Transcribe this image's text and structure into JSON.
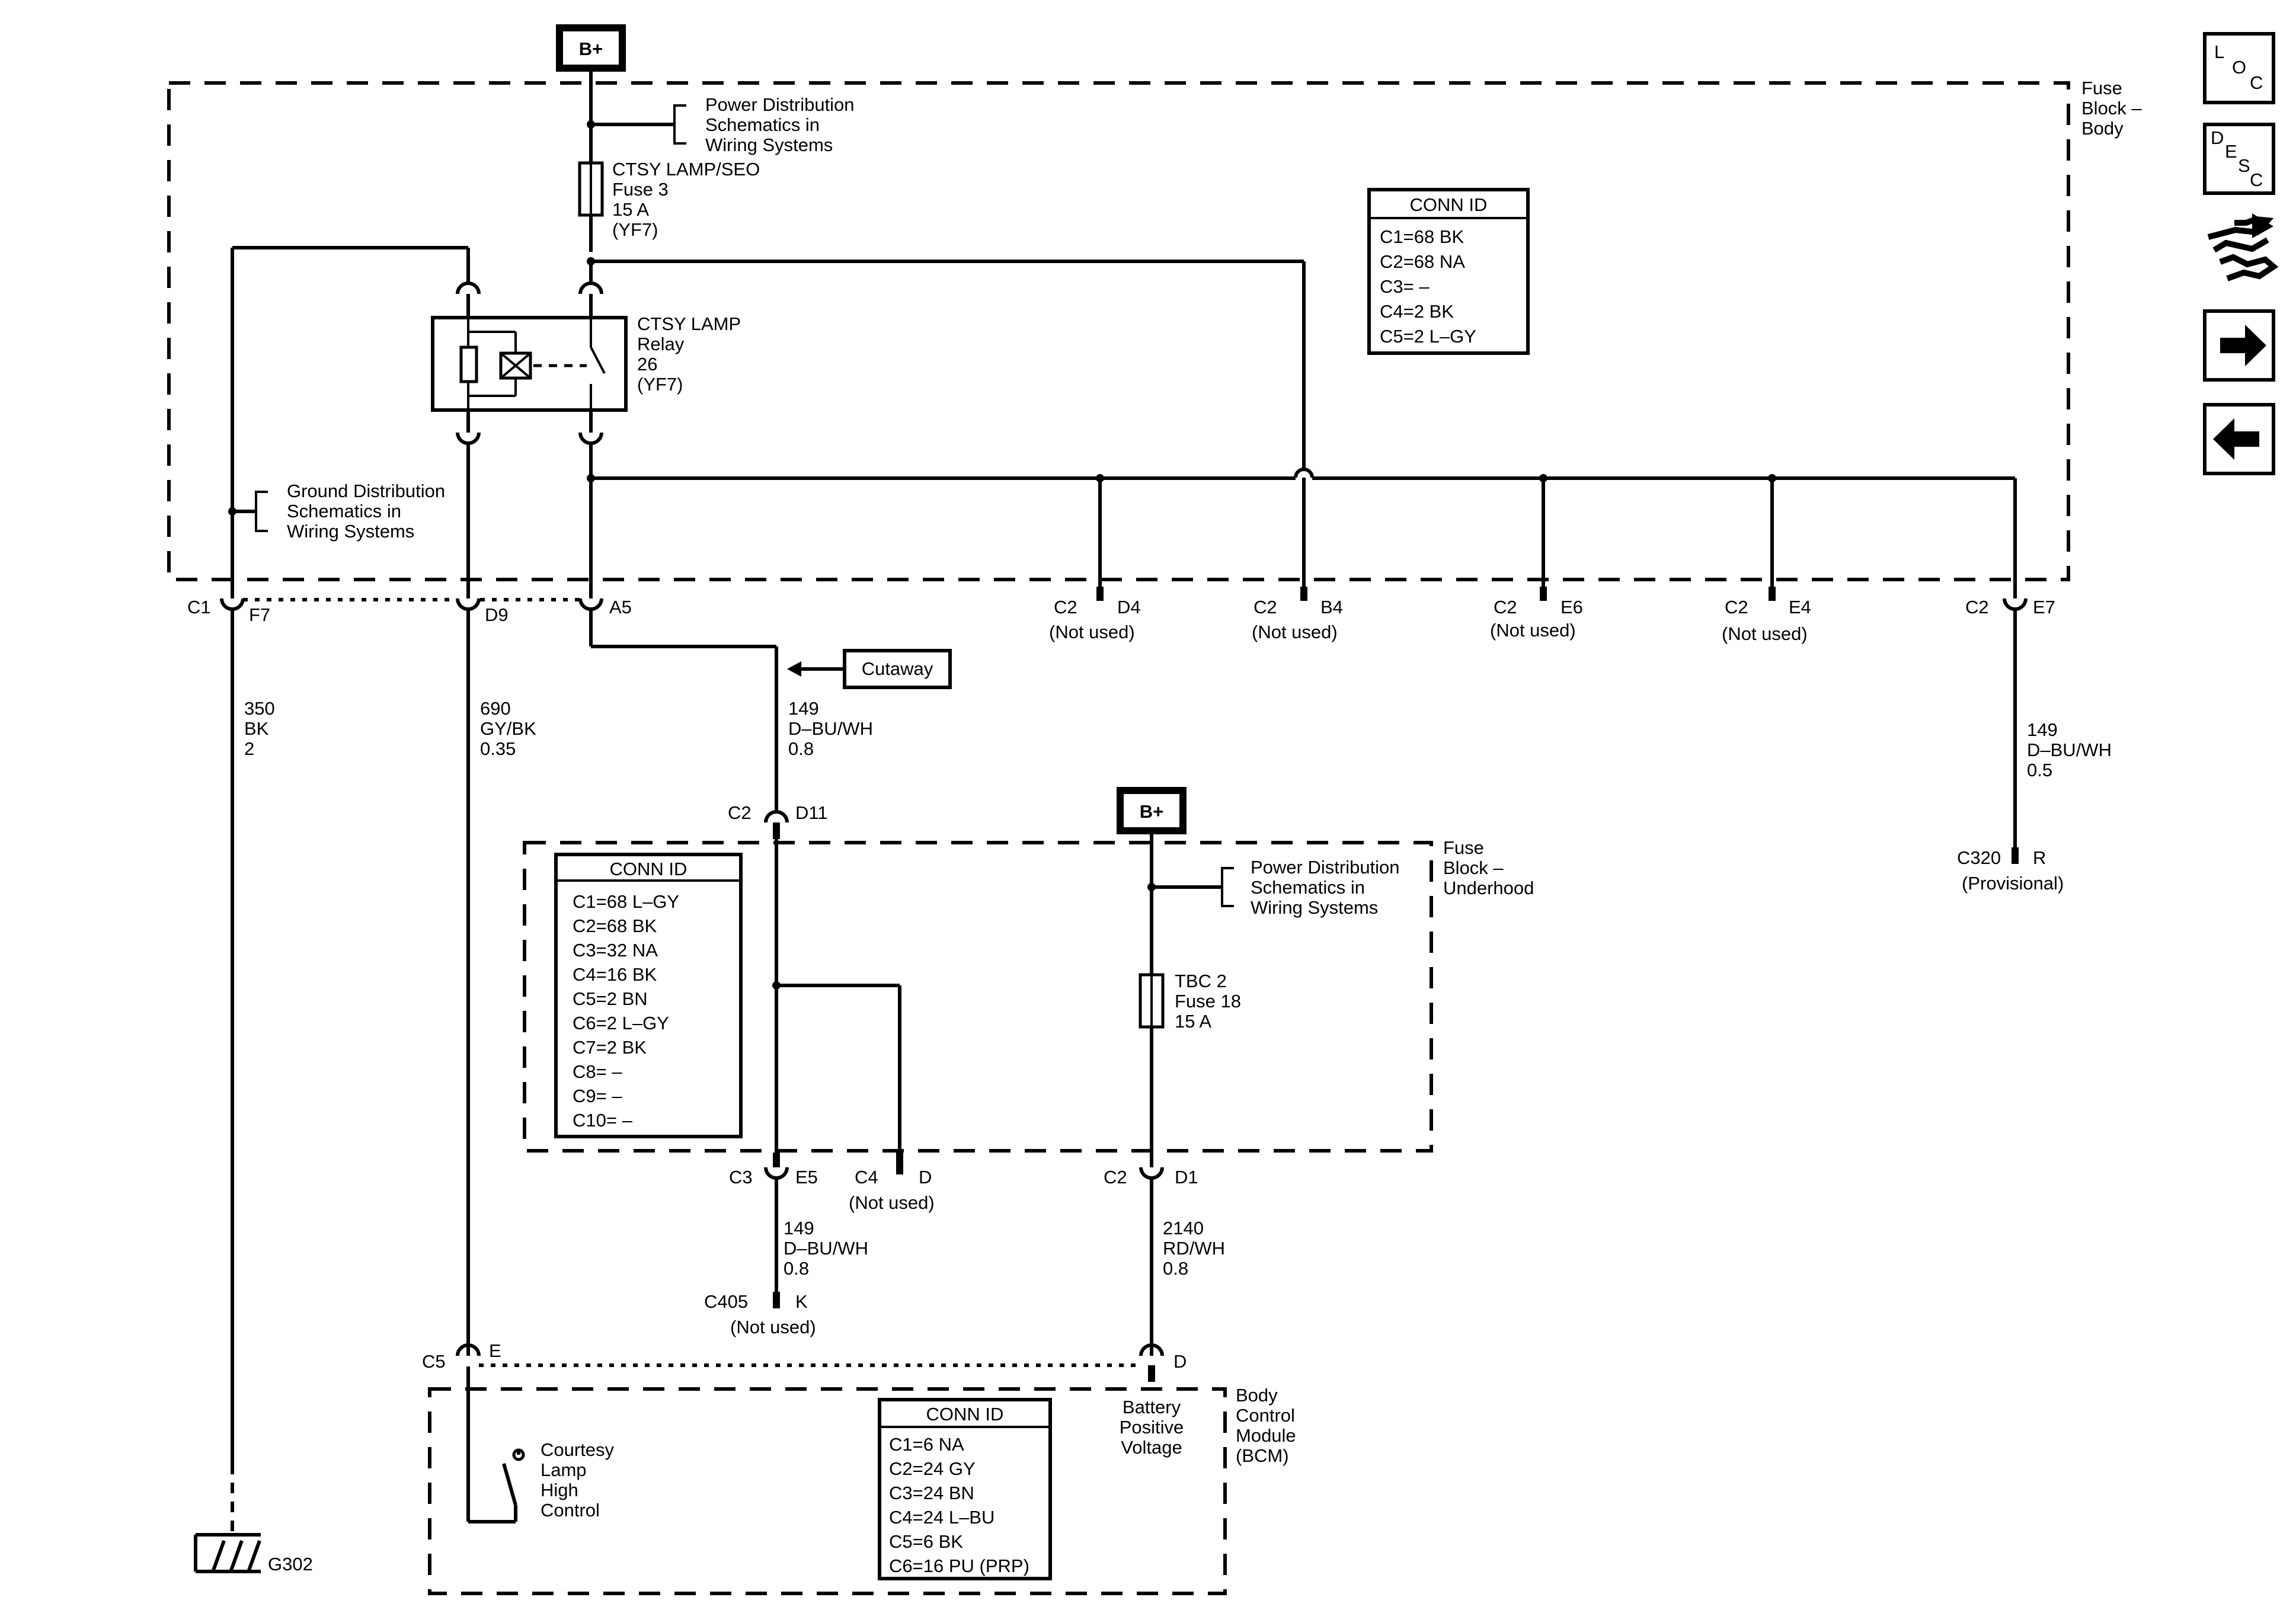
{
  "battery": {
    "top": "B+",
    "underhood": "B+"
  },
  "fuse_block_body": {
    "label": [
      "Fuse",
      "Block –",
      "Body"
    ],
    "power_dist": [
      "Power Distribution",
      "Schematics in",
      "Wiring Systems"
    ],
    "ground_dist": [
      "Ground Distribution",
      "Schematics in",
      "Wiring Systems"
    ],
    "fuse": [
      "CTSY LAMP/SEO",
      "Fuse 3",
      "15 A",
      "(YF7)"
    ],
    "relay": [
      "CTSY LAMP",
      "Relay",
      "26",
      "(YF7)"
    ],
    "conn_id": {
      "title": "CONN ID",
      "rows": [
        "C1=68 BK",
        "C2=68 NA",
        "C3= –",
        "C4=2 BK",
        "C5=2 L–GY"
      ]
    },
    "connectors": [
      {
        "conn": "C1",
        "pin": "F7"
      },
      {
        "conn": "",
        "pin": "D9"
      },
      {
        "conn": "",
        "pin": "A5"
      },
      {
        "conn": "C2",
        "pin": "D4",
        "note": "(Not used)"
      },
      {
        "conn": "C2",
        "pin": "B4",
        "note": "(Not used)"
      },
      {
        "conn": "C2",
        "pin": "E6",
        "note": "(Not used)"
      },
      {
        "conn": "C2",
        "pin": "E4",
        "note": "(Not used)"
      },
      {
        "conn": "C2",
        "pin": "E7"
      }
    ]
  },
  "wires": {
    "w350": [
      "350",
      "BK",
      "2"
    ],
    "w690": [
      "690",
      "GY/BK",
      "0.35"
    ],
    "w149a": [
      "149",
      "D–BU/WH",
      "0.8"
    ],
    "w149b": [
      "149",
      "D–BU/WH",
      "0.5"
    ],
    "w149c": [
      "149",
      "D–BU/WH",
      "0.8"
    ],
    "w2140": [
      "2140",
      "RD/WH",
      "0.8"
    ]
  },
  "cutaway": "Cutaway",
  "c320": {
    "conn": "C320",
    "pin": "R",
    "note": "(Provisional)"
  },
  "fuse_block_underhood": {
    "label": [
      "Fuse",
      "Block –",
      "Underhood"
    ],
    "power_dist": [
      "Power Distribution",
      "Schematics in",
      "Wiring Systems"
    ],
    "fuse": [
      "TBC 2",
      "Fuse 18",
      "15 A"
    ],
    "conn_id": {
      "title": "CONN ID",
      "rows": [
        "C1=68 L–GY",
        "C2=68 BK",
        "C3=32 NA",
        "C4=16 BK",
        "C5=2 BN",
        "C6=2 L–GY",
        "C7=2 BK",
        "C8= –",
        "C9= –",
        "C10= –"
      ]
    },
    "connectors": [
      {
        "conn": "C2",
        "pin": "D11"
      },
      {
        "conn": "C3",
        "pin": "E5"
      },
      {
        "conn": "C4",
        "pin": "D",
        "note": "(Not used)"
      },
      {
        "conn": "C2",
        "pin": "D1"
      }
    ]
  },
  "c405": {
    "conn": "C405",
    "pin": "K",
    "note": "(Not used)"
  },
  "bcm": {
    "label": [
      "Body",
      "Control",
      "Module",
      "(BCM)"
    ],
    "connectors": [
      {
        "conn": "C5",
        "pin": "E"
      },
      {
        "conn": "",
        "pin": "D"
      }
    ],
    "courtesy": [
      "Courtesy",
      "Lamp",
      "High",
      "Control"
    ],
    "battery_voltage": [
      "Battery",
      "Positive",
      "Voltage"
    ],
    "conn_id": {
      "title": "CONN ID",
      "rows": [
        "C1=6 NA",
        "C2=24 GY",
        "C3=24 BN",
        "C4=24 L–BU",
        "C5=6 BK",
        "C6=16 PU (PRP)"
      ]
    }
  },
  "ground": "G302",
  "nav": {
    "loc": [
      "L",
      "O",
      "C"
    ],
    "desc": [
      "D",
      "E",
      "S",
      "C"
    ]
  }
}
